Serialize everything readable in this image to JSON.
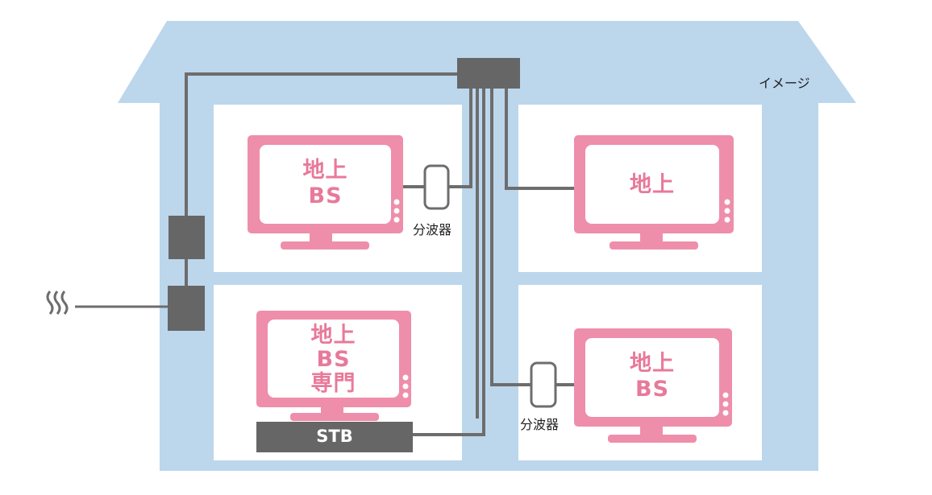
{
  "caption": "イメージ",
  "splitter_label": "分波器",
  "stb_label": "STB",
  "tv_top_left": {
    "lines": [
      "地上",
      "BS"
    ]
  },
  "tv_top_right": {
    "lines": [
      "地上"
    ]
  },
  "tv_bottom_left": {
    "lines": [
      "地上",
      "BS",
      "専門"
    ]
  },
  "tv_bottom_right": {
    "lines": [
      "地上",
      "BS"
    ]
  },
  "colors": {
    "house": "#bcd6ec",
    "room": "#ffffff",
    "cable": "#6d6d6d",
    "device": "#666666",
    "tv": "#ee8eab",
    "tv_text": "#e8799a"
  }
}
